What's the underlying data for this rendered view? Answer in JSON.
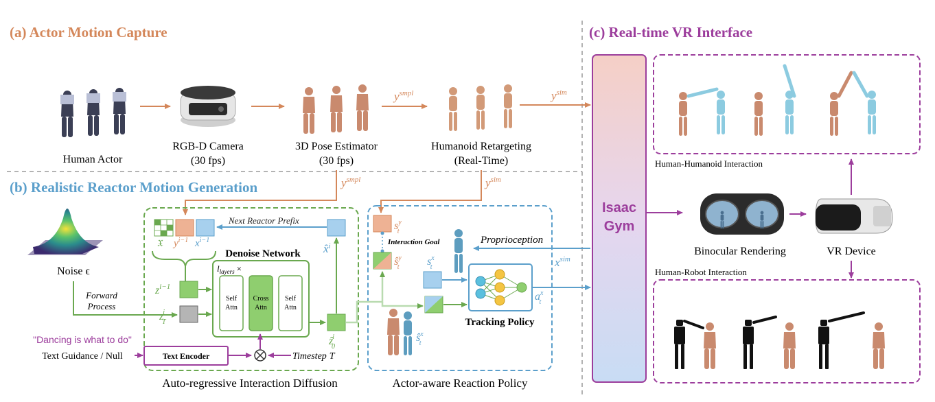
{
  "sections": {
    "a_title": "(a) Actor Motion Capture",
    "b_title": "(b) Realistic Reactor Motion Generation",
    "c_title": "(c) Real-time VR Interface"
  },
  "pipeline_a": {
    "human_actor": "Human Actor",
    "camera_name": "RGB-D Camera",
    "camera_fps": "(30 fps)",
    "pose_name": "3D Pose Estimator",
    "pose_fps": "(30 fps)",
    "retarget_name": "Humanoid Retargeting",
    "retarget_rt": "(Real-Time)",
    "y_smpl_base": "y",
    "y_smpl_sup": "smpl",
    "y_sim_base": "y",
    "y_sim_sup": "sim"
  },
  "diffusion": {
    "next_reactor_prefix": "Next Reactor Prefix",
    "denoise_network": "Denoise Network",
    "layers_base": "l",
    "layers_sub": "layers",
    "layers_times": "×",
    "self_attn_1": [
      "Self",
      "Attn"
    ],
    "cross_attn": [
      "Cross",
      "Attn"
    ],
    "self_attn_2": [
      "Self",
      "Attn"
    ],
    "noise_label": "Noise ϵ",
    "forward_process": [
      "Forward",
      "Process"
    ],
    "text_quote": "\"Dancing is what to do\"",
    "text_guidance": "Text Guidance / Null",
    "text_encoder": "Text Encoder",
    "timestep": "Timestep",
    "timestep_var": "T",
    "caption": "Auto-regressive Interaction Diffusion",
    "frak_x": "𝔛",
    "y_prev": "y",
    "y_prev_sup": "i−1",
    "x_prev": "x",
    "x_prev_sup": "i−1",
    "z_prev": "z",
    "z_prev_sup": "i−1",
    "z_T": "z",
    "z_T_sup": "i",
    "z_T_sub": "T",
    "z_0": "ẑ",
    "z_0_sup": "i",
    "z_0_sub": "0",
    "x_hat": "x̂",
    "x_hat_sup": "i"
  },
  "policy": {
    "interaction_goal": "Interaction Goal",
    "proprioception": "Proprioception",
    "tracking_policy": "Tracking Policy",
    "caption": "Actor-aware Reaction Policy",
    "s_y": "s",
    "s_y_sup": "y",
    "s_y_sub": "t",
    "s_hat_y": "ŝ",
    "s_hat_y_sup": "y",
    "s_hat_y_sub": "t",
    "s_x": "s",
    "s_x_sup": "x",
    "s_x_sub": "t",
    "s_hat_x": "ŝ",
    "s_hat_x_sup": "x",
    "s_hat_x_sub": "t",
    "a_x": "a",
    "a_x_sup": "x",
    "a_x_sub": "t",
    "x_sim": "x",
    "x_sim_sup": "sim"
  },
  "vr": {
    "isaac": [
      "Isaac",
      "Gym"
    ],
    "binocular": "Binocular Rendering",
    "vr_device": "VR Device",
    "hh_interaction": "Human-Humanoid Interaction",
    "hr_interaction": "Human-Robot Interaction"
  },
  "colors": {
    "orange": "#d4875a",
    "blue": "#5b9fcb",
    "green": "#6aa84f",
    "purple": "#9c3d9c",
    "grey_dash": "#9a9a9a"
  },
  "icons": [
    "human-actor-icon",
    "rgbd-camera-icon",
    "pose-mesh-icon",
    "humanoid-icon",
    "noise-surface-icon",
    "vr-headset-icon",
    "robot-icon",
    "multiply-circle-icon",
    "mlp-network-icon"
  ]
}
